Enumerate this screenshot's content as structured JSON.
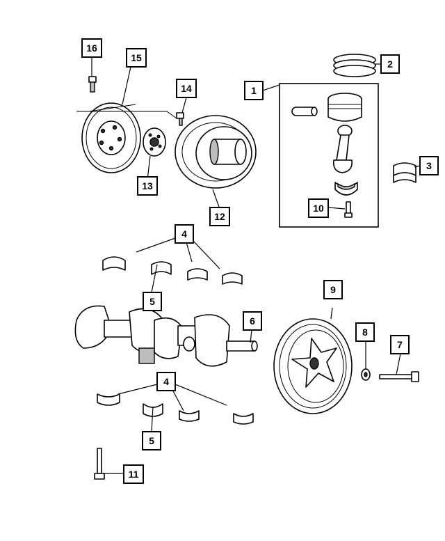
{
  "callouts": [
    {
      "id": "c1",
      "label": "1"
    },
    {
      "id": "c2",
      "label": "2"
    },
    {
      "id": "c3",
      "label": "3"
    },
    {
      "id": "c4a",
      "label": "4"
    },
    {
      "id": "c4b",
      "label": "4"
    },
    {
      "id": "c5a",
      "label": "5"
    },
    {
      "id": "c5b",
      "label": "5"
    },
    {
      "id": "c6",
      "label": "6"
    },
    {
      "id": "c7",
      "label": "7"
    },
    {
      "id": "c8",
      "label": "8"
    },
    {
      "id": "c9",
      "label": "9"
    },
    {
      "id": "c10",
      "label": "10"
    },
    {
      "id": "c11",
      "label": "11"
    },
    {
      "id": "c12",
      "label": "12"
    },
    {
      "id": "c13",
      "label": "13"
    },
    {
      "id": "c14",
      "label": "14"
    },
    {
      "id": "c15",
      "label": "15"
    },
    {
      "id": "c16",
      "label": "16"
    }
  ]
}
